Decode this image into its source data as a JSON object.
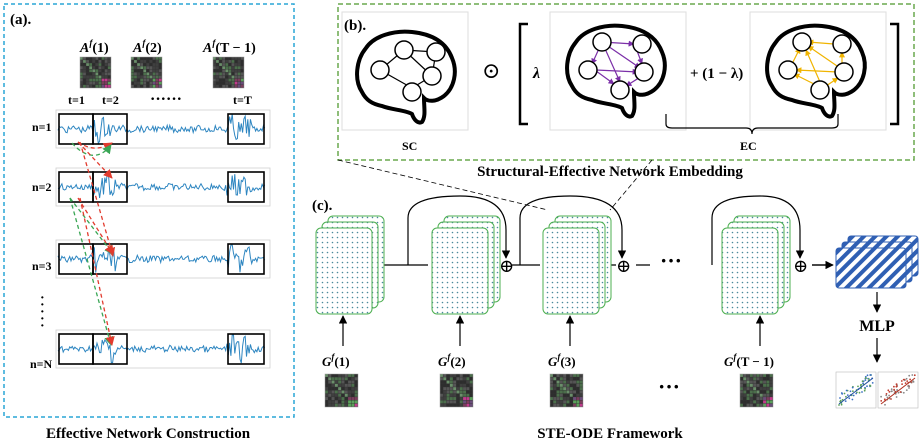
{
  "panels": {
    "a": {
      "label": "(a).",
      "caption": "Effective Network Construction",
      "matrix_labels": [
        "A",
        "f",
        "(1)",
        "A",
        "f",
        "(2)",
        "A",
        "f",
        "(T − 1)"
      ],
      "time_labels": [
        "t=1",
        "t=2",
        "t=T"
      ],
      "time_dots": "······",
      "row_labels": [
        "n=1",
        "n=2",
        "n=3",
        "n=N"
      ],
      "vertical_dots": "·\n·\n·\n·\n·"
    },
    "b": {
      "label": "(b).",
      "caption": "Structural-Effective Network Embedding",
      "operator": "⊙",
      "lambda": "λ",
      "plus_term": "+ (1 − λ)",
      "sc_label": "SC",
      "ec_label": "EC",
      "colors": {
        "ec_forward": "#7b2fa8",
        "ec_backward": "#f0b400"
      }
    },
    "c": {
      "label": "(c).",
      "caption": "STE-ODE Framework",
      "mlp_label": "MLP",
      "ellipsis": "···",
      "input_labels": [
        {
          "base": "G",
          "sup": "f",
          "arg": "(1)"
        },
        {
          "base": "G",
          "sup": "f",
          "arg": "(2)"
        },
        {
          "base": "G",
          "sup": "f",
          "arg": "(3)"
        },
        {
          "base": "G",
          "sup": "f",
          "arg": "(T − 1)"
        }
      ],
      "oplus": "⊕"
    }
  },
  "colors": {
    "dashed_border": "#2aa6d6",
    "green_dash": "#6aa84f",
    "signal": "#2e86c1",
    "red_arrow": "#e23b2e",
    "green_arrow": "#3aa655",
    "stack_green": "#4caf50",
    "stripe_blue": "#2f5fb3"
  }
}
